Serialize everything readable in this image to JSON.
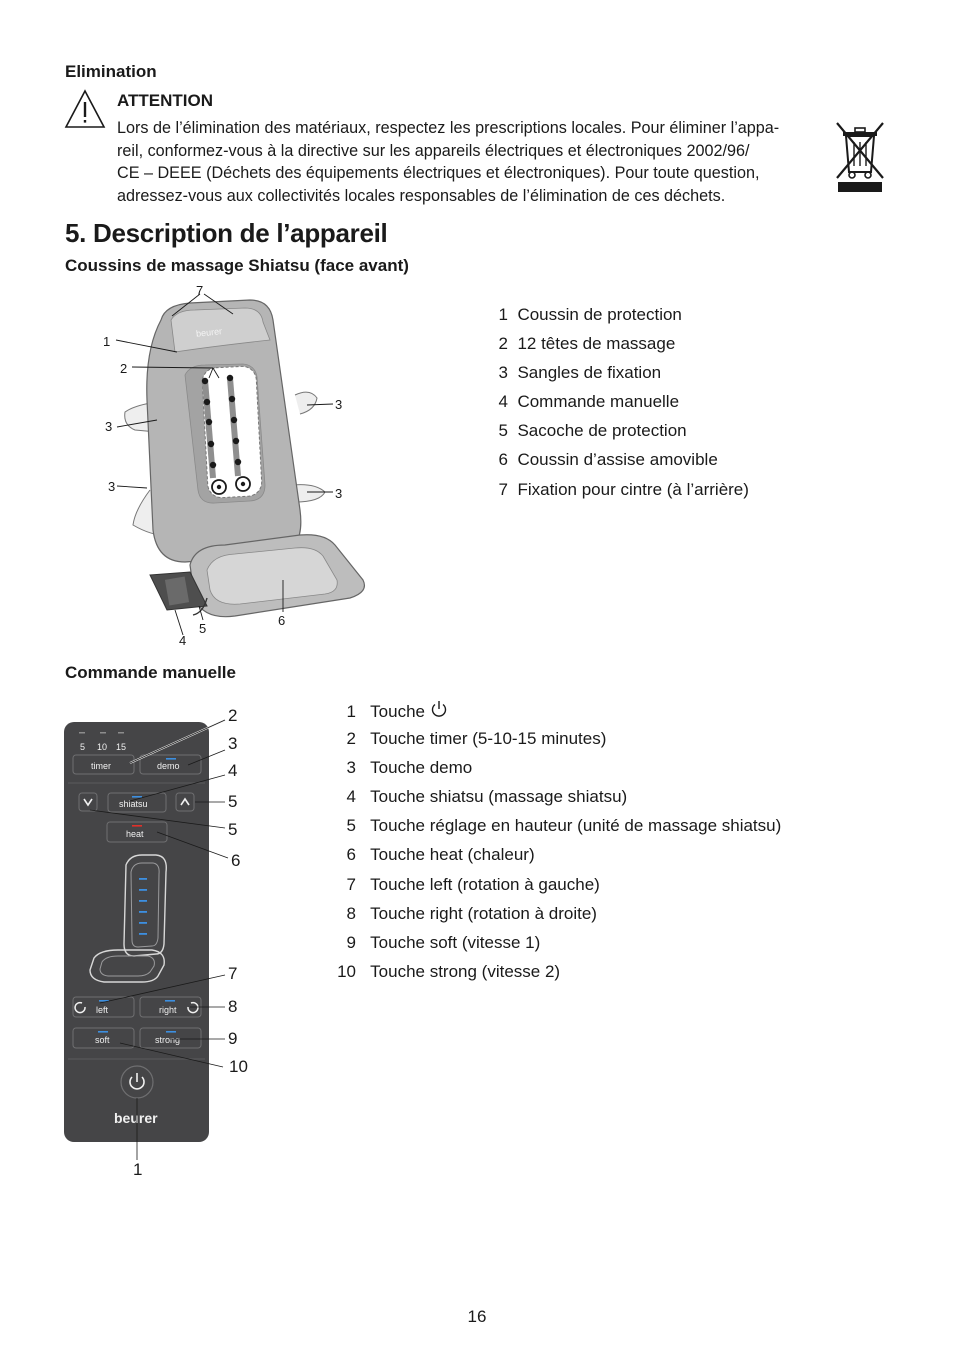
{
  "elimination": {
    "heading": "Elimination",
    "attention_title": "ATTENTION",
    "attention_lines": [
      "Lors de l’élimination des matériaux, respectez les prescriptions locales. Pour éliminer l’appa-",
      "reil, conformez-vous à la directive sur les appareils électriques et électroniques 2002/96/",
      "CE – DEEE (Déchets des équipements électriques et électroniques). Pour toute question,",
      "adressez-vous aux collectivités locales responsables de l’élimination de ces déchets."
    ],
    "warning_icon": "warning-triangle-icon",
    "weee_icon": "crossed-out-wheelie-bin-icon"
  },
  "section": {
    "title": "5. Description de l’appareil",
    "sub1": "Coussins de massage Shiatsu (face avant)",
    "sub2": "Commande manuelle"
  },
  "seat_figure": {
    "brand": "beurer",
    "callouts": [
      "7",
      "1",
      "2",
      "3",
      "3",
      "3",
      "3",
      "4",
      "5",
      "6"
    ]
  },
  "seat_legend": [
    {
      "num": "1",
      "text": "Coussin de protection"
    },
    {
      "num": "2",
      "text": "12 têtes de massage"
    },
    {
      "num": "3",
      "text": "Sangles de fixation"
    },
    {
      "num": "4",
      "text": "Commande manuelle"
    },
    {
      "num": "5",
      "text": "Sacoche de protection"
    },
    {
      "num": "6",
      "text": "Coussin d’assise amovible"
    },
    {
      "num": "7",
      "text": "Fixation pour cintre (à l’arrière)"
    }
  ],
  "remote_figure": {
    "timer_values": [
      "5",
      "10",
      "15"
    ],
    "buttons": {
      "timer": "timer",
      "demo": "demo",
      "shiatsu": "shiatsu",
      "heat": "heat",
      "left": "left",
      "right": "right",
      "soft": "soft",
      "strong": "strong"
    },
    "brand": "beurer",
    "callouts": [
      "2",
      "3",
      "4",
      "5",
      "5",
      "6",
      "7",
      "8",
      "9",
      "10",
      "1"
    ]
  },
  "remote_legend": [
    {
      "num": "1",
      "text": "Touche",
      "icon": "power-icon"
    },
    {
      "num": "2",
      "text": "Touche timer (5-10-15 minutes)"
    },
    {
      "num": "3",
      "text": "Touche demo"
    },
    {
      "num": "4",
      "text": "Touche shiatsu (massage shiatsu)"
    },
    {
      "num": "5",
      "text": "Touche réglage en hauteur (unité de massage shiatsu)"
    },
    {
      "num": "6",
      "text": "Touche heat (chaleur)"
    },
    {
      "num": "7",
      "text": "Touche left (rotation à gauche)"
    },
    {
      "num": "8",
      "text": "Touche right (rotation à droite)"
    },
    {
      "num": "9",
      "text": "Touche soft (vitesse 1)"
    },
    {
      "num": "10",
      "text": "Touche strong (vitesse 2)"
    }
  ],
  "page_number": "16",
  "colors": {
    "text": "#1a1a1a",
    "remote_body": "#454547",
    "led_blue": "#3d8fe0",
    "led_red": "#e0302a",
    "seat_gray": "#a9a9a9"
  }
}
